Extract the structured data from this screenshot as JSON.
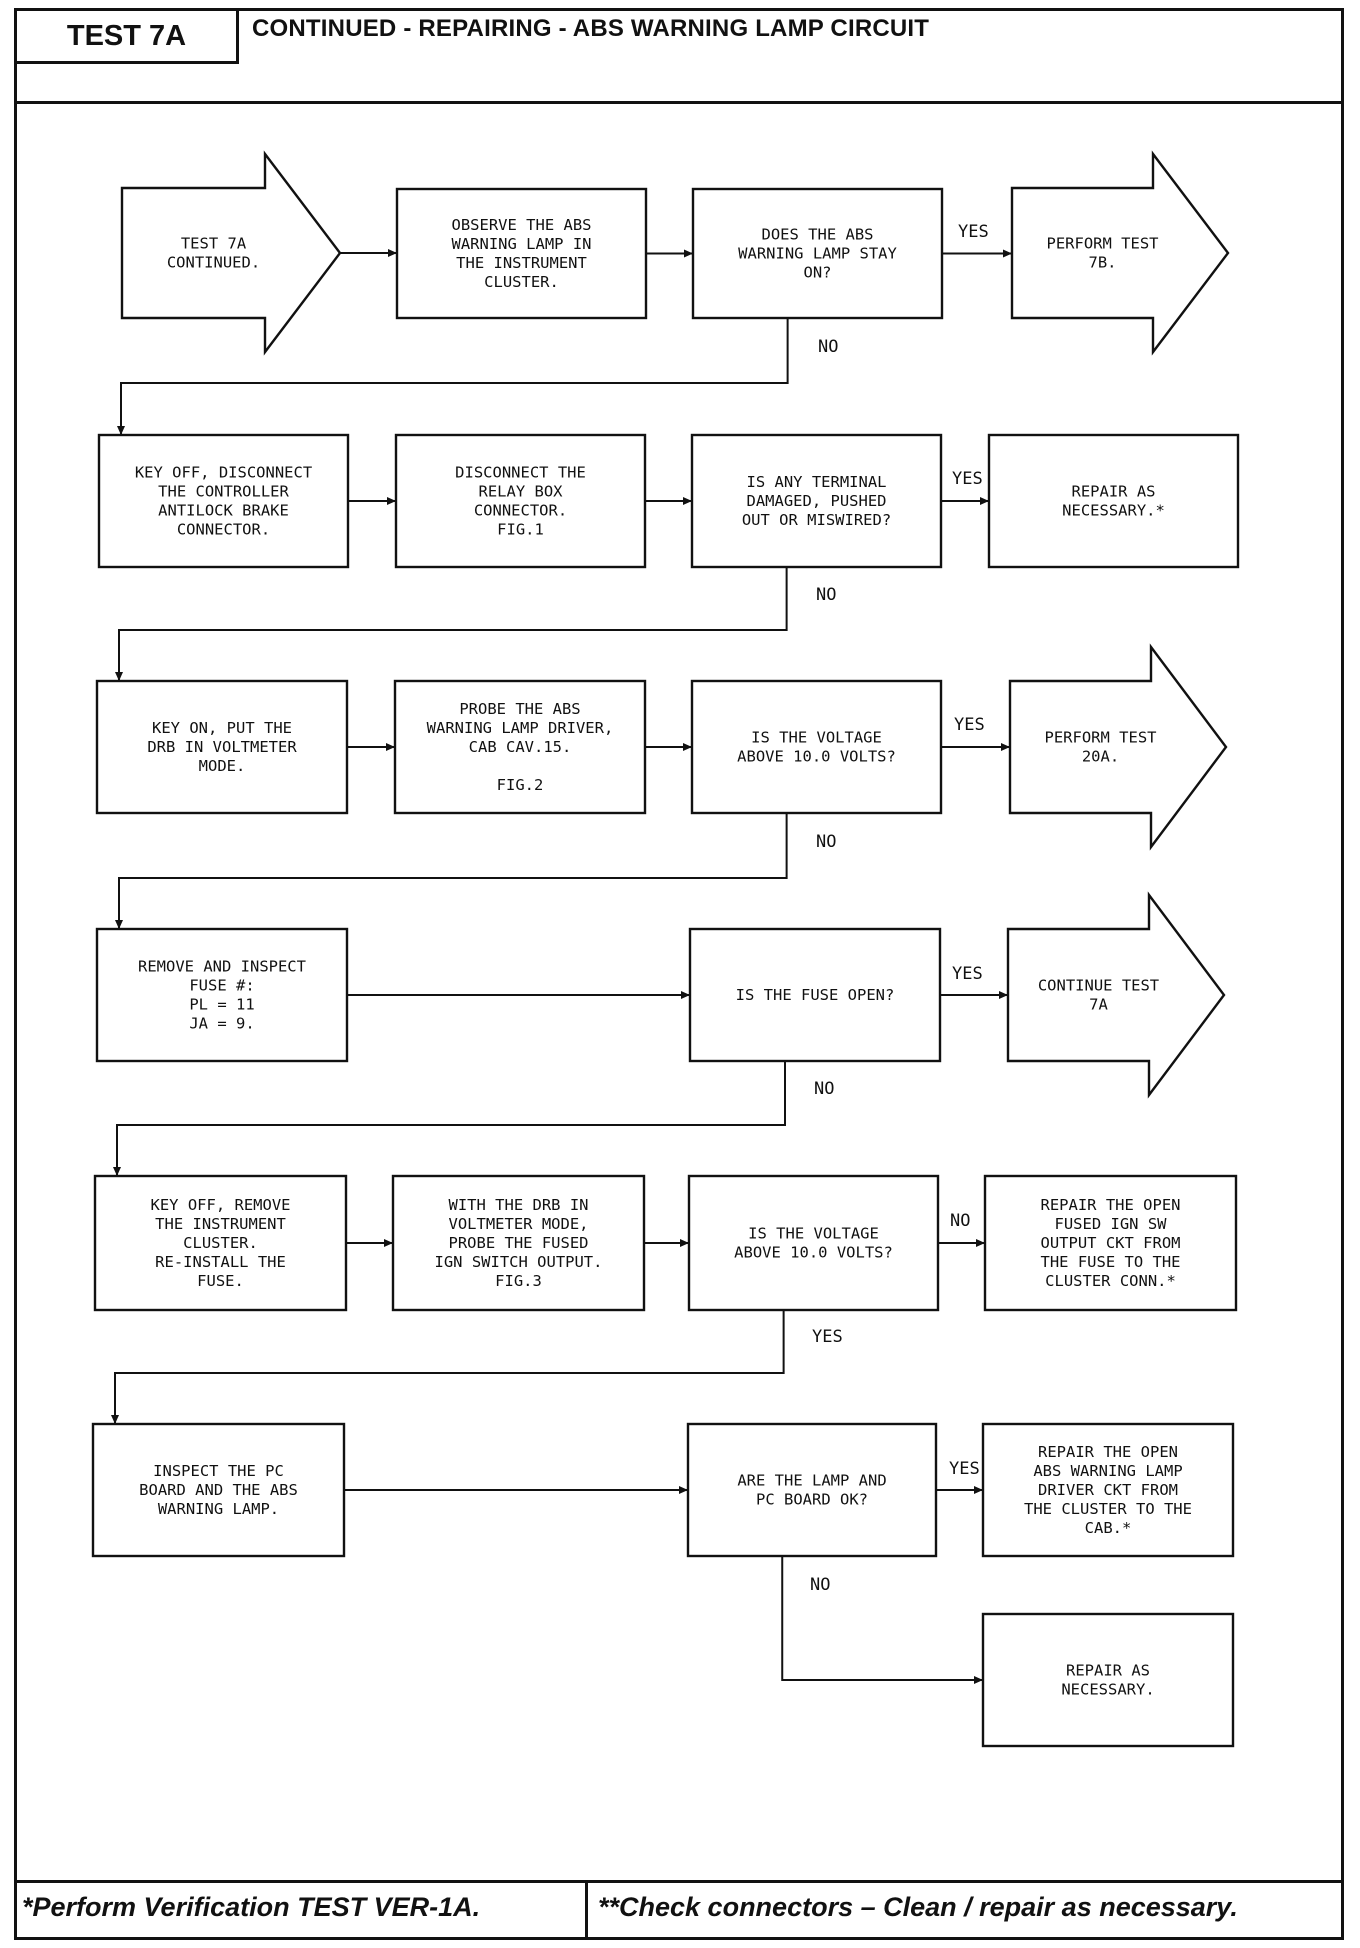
{
  "header": {
    "test_id": "TEST 7A",
    "title": "CONTINUED -  REPAIRING - ABS WARNING LAMP CIRCUIT"
  },
  "footer": {
    "left_note": "*Perform Verification TEST VER-1A.",
    "right_note": "**Check connectors – Clean / repair as necessary."
  },
  "flowchart": {
    "nodes": [
      {
        "id": "start",
        "shape": "arrow",
        "lines": [
          "TEST 7A",
          "CONTINUED."
        ]
      },
      {
        "id": "observe",
        "shape": "box",
        "lines": [
          "OBSERVE THE ABS",
          "WARNING LAMP IN",
          "THE INSTRUMENT",
          "CLUSTER."
        ]
      },
      {
        "id": "q1",
        "shape": "box",
        "lines": [
          "DOES THE ABS",
          "WARNING LAMP STAY",
          "ON?"
        ]
      },
      {
        "id": "t7b",
        "shape": "arrow",
        "lines": [
          "PERFORM TEST",
          "7B."
        ]
      },
      {
        "id": "keyoff1",
        "shape": "box",
        "lines": [
          "KEY OFF, DISCONNECT",
          "THE CONTROLLER",
          "ANTILOCK BRAKE",
          "CONNECTOR."
        ]
      },
      {
        "id": "relay",
        "shape": "box",
        "lines": [
          "DISCONNECT THE",
          "RELAY BOX",
          "CONNECTOR.",
          "FIG.1"
        ]
      },
      {
        "id": "q2",
        "shape": "box",
        "lines": [
          "IS ANY TERMINAL",
          "DAMAGED, PUSHED",
          "OUT OR MISWIRED?"
        ]
      },
      {
        "id": "repair1",
        "shape": "box",
        "lines": [
          "REPAIR AS",
          "NECESSARY.*"
        ]
      },
      {
        "id": "keyon",
        "shape": "box",
        "lines": [
          "KEY ON, PUT THE",
          "DRB IN VOLTMETER",
          "MODE."
        ]
      },
      {
        "id": "probe1",
        "shape": "box",
        "lines": [
          "PROBE THE ABS",
          "WARNING LAMP DRIVER,",
          "CAB CAV.15.",
          "",
          "FIG.2"
        ]
      },
      {
        "id": "q3",
        "shape": "box",
        "lines": [
          "IS THE VOLTAGE",
          "ABOVE 10.0 VOLTS?"
        ]
      },
      {
        "id": "t20a",
        "shape": "arrow",
        "lines": [
          "PERFORM TEST",
          "20A."
        ]
      },
      {
        "id": "fuse",
        "shape": "box",
        "lines": [
          "REMOVE AND INSPECT",
          "FUSE #:",
          "PL = 11",
          "JA = 9."
        ]
      },
      {
        "id": "q4",
        "shape": "box",
        "lines": [
          "IS THE FUSE OPEN?"
        ]
      },
      {
        "id": "cont7a",
        "shape": "arrow",
        "lines": [
          "CONTINUE TEST",
          "7A"
        ]
      },
      {
        "id": "keyoff2",
        "shape": "box",
        "lines": [
          "KEY OFF, REMOVE",
          "THE INSTRUMENT",
          "CLUSTER.",
          "RE-INSTALL THE",
          "FUSE."
        ]
      },
      {
        "id": "probe2",
        "shape": "box",
        "lines": [
          "WITH THE DRB IN",
          "VOLTMETER MODE,",
          "PROBE THE FUSED",
          "IGN SWITCH OUTPUT.",
          "FIG.3"
        ]
      },
      {
        "id": "q5",
        "shape": "box",
        "lines": [
          "IS THE VOLTAGE",
          "ABOVE 10.0 VOLTS?"
        ]
      },
      {
        "id": "repair_ign",
        "shape": "box",
        "lines": [
          "REPAIR THE OPEN",
          "FUSED IGN SW",
          "OUTPUT CKT FROM",
          "THE FUSE TO THE",
          "CLUSTER CONN.*"
        ]
      },
      {
        "id": "inspect_pc",
        "shape": "box",
        "lines": [
          "INSPECT THE PC",
          "BOARD AND THE ABS",
          "WARNING LAMP."
        ]
      },
      {
        "id": "q6",
        "shape": "box",
        "lines": [
          "ARE THE LAMP AND",
          "PC BOARD OK?"
        ]
      },
      {
        "id": "repair_drv",
        "shape": "box",
        "lines": [
          "REPAIR THE OPEN",
          "ABS WARNING LAMP",
          "DRIVER CKT FROM",
          "THE CLUSTER TO THE",
          "CAB.*"
        ]
      },
      {
        "id": "repair2",
        "shape": "box",
        "lines": [
          "REPAIR AS",
          "NECESSARY."
        ]
      }
    ],
    "edge_labels": [
      {
        "id": "q1_yes",
        "text": "YES"
      },
      {
        "id": "q1_no",
        "text": "NO"
      },
      {
        "id": "q2_yes",
        "text": "YES"
      },
      {
        "id": "q2_no",
        "text": "NO"
      },
      {
        "id": "q3_yes",
        "text": "YES"
      },
      {
        "id": "q3_no",
        "text": "NO"
      },
      {
        "id": "q4_yes",
        "text": "YES"
      },
      {
        "id": "q4_no",
        "text": "NO"
      },
      {
        "id": "q5_no",
        "text": "NO"
      },
      {
        "id": "q5_yes",
        "text": "YES"
      },
      {
        "id": "q6_yes",
        "text": "YES"
      },
      {
        "id": "q6_no",
        "text": "NO"
      }
    ]
  }
}
